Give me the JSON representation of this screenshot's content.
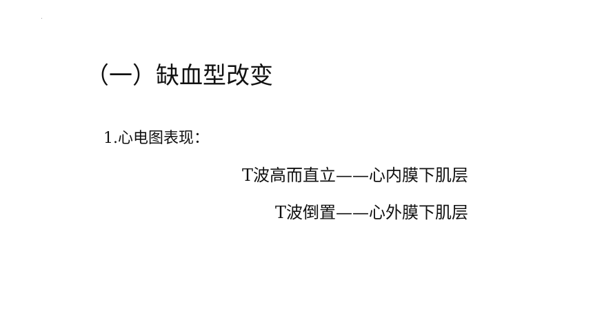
{
  "slide": {
    "heading": "（一）缺血型改变",
    "subheading": "1.心电图表现：",
    "findings": [
      "T波高而直立——心内膜下肌层",
      "T波倒置——心外膜下肌层"
    ]
  }
}
